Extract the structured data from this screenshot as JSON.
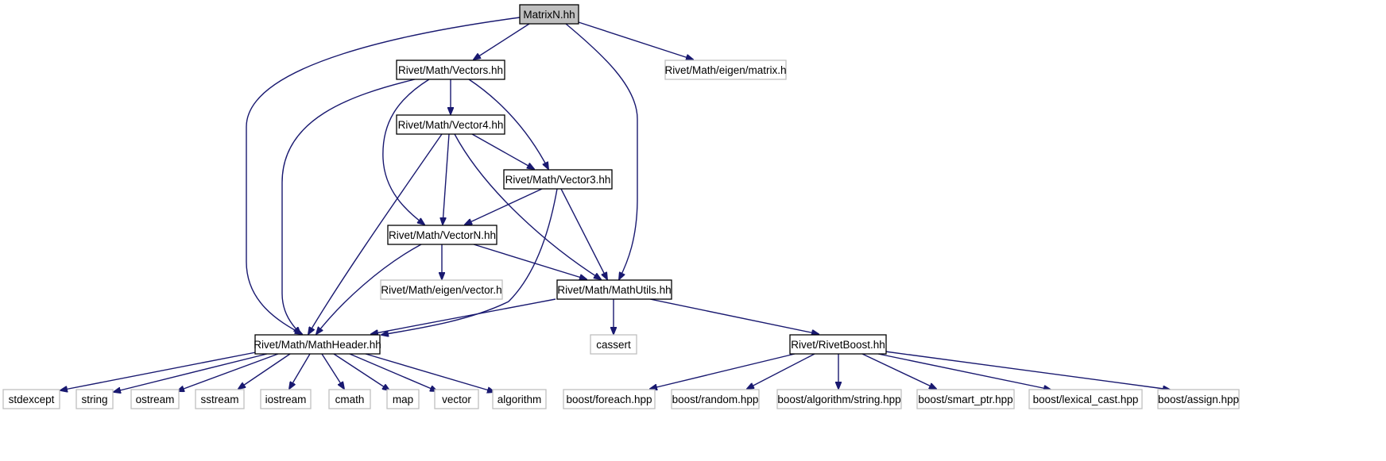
{
  "graph": {
    "colors": {
      "edge": "#191970",
      "arrowhead": "#191970",
      "root_fill": "#bfbfbf",
      "node_border": "#000000",
      "external_border": "#bfbfbf",
      "background": "#ffffff"
    },
    "nodes": [
      {
        "id": "matrixn",
        "label": "MatrixN.hh",
        "kind": "root"
      },
      {
        "id": "vectors",
        "label": "Rivet/Math/Vectors.hh",
        "kind": "internal"
      },
      {
        "id": "eigen_matrix",
        "label": "Rivet/Math/eigen/matrix.h",
        "kind": "external"
      },
      {
        "id": "vector4",
        "label": "Rivet/Math/Vector4.hh",
        "kind": "internal"
      },
      {
        "id": "vector3",
        "label": "Rivet/Math/Vector3.hh",
        "kind": "internal"
      },
      {
        "id": "vectorn",
        "label": "Rivet/Math/VectorN.hh",
        "kind": "internal"
      },
      {
        "id": "eigen_vector",
        "label": "Rivet/Math/eigen/vector.h",
        "kind": "external"
      },
      {
        "id": "mathutils",
        "label": "Rivet/Math/MathUtils.hh",
        "kind": "internal"
      },
      {
        "id": "mathheader",
        "label": "Rivet/Math/MathHeader.hh",
        "kind": "internal"
      },
      {
        "id": "cassert",
        "label": "cassert",
        "kind": "external"
      },
      {
        "id": "rivetboost",
        "label": "Rivet/RivetBoost.hh",
        "kind": "internal"
      },
      {
        "id": "stdexcept",
        "label": "stdexcept",
        "kind": "external"
      },
      {
        "id": "string",
        "label": "string",
        "kind": "external"
      },
      {
        "id": "ostream",
        "label": "ostream",
        "kind": "external"
      },
      {
        "id": "sstream",
        "label": "sstream",
        "kind": "external"
      },
      {
        "id": "iostream",
        "label": "iostream",
        "kind": "external"
      },
      {
        "id": "cmath",
        "label": "cmath",
        "kind": "external"
      },
      {
        "id": "map",
        "label": "map",
        "kind": "external"
      },
      {
        "id": "vector",
        "label": "vector",
        "kind": "external"
      },
      {
        "id": "algorithm",
        "label": "algorithm",
        "kind": "external"
      },
      {
        "id": "boost_foreach",
        "label": "boost/foreach.hpp",
        "kind": "external"
      },
      {
        "id": "boost_random",
        "label": "boost/random.hpp",
        "kind": "external"
      },
      {
        "id": "boost_algstring",
        "label": "boost/algorithm/string.hpp",
        "kind": "external"
      },
      {
        "id": "boost_smartptr",
        "label": "boost/smart_ptr.hpp",
        "kind": "external"
      },
      {
        "id": "boost_lexicalcast",
        "label": "boost/lexical_cast.hpp",
        "kind": "external"
      },
      {
        "id": "boost_assign",
        "label": "boost/assign.hpp",
        "kind": "external"
      }
    ],
    "edges": [
      {
        "from": "matrixn",
        "to": "mathheader"
      },
      {
        "from": "matrixn",
        "to": "vectors"
      },
      {
        "from": "matrixn",
        "to": "mathutils"
      },
      {
        "from": "matrixn",
        "to": "eigen_matrix"
      },
      {
        "from": "vectors",
        "to": "mathheader"
      },
      {
        "from": "vectors",
        "to": "vectorn"
      },
      {
        "from": "vectors",
        "to": "vector4"
      },
      {
        "from": "vectors",
        "to": "vector3"
      },
      {
        "from": "vector4",
        "to": "mathheader"
      },
      {
        "from": "vector4",
        "to": "vectorn"
      },
      {
        "from": "vector4",
        "to": "vector3"
      },
      {
        "from": "vector4",
        "to": "mathutils"
      },
      {
        "from": "vector3",
        "to": "vectorn"
      },
      {
        "from": "vector3",
        "to": "mathheader"
      },
      {
        "from": "vector3",
        "to": "mathutils"
      },
      {
        "from": "vectorn",
        "to": "mathheader"
      },
      {
        "from": "vectorn",
        "to": "eigen_vector"
      },
      {
        "from": "vectorn",
        "to": "mathutils"
      },
      {
        "from": "mathutils",
        "to": "mathheader"
      },
      {
        "from": "mathutils",
        "to": "cassert"
      },
      {
        "from": "mathutils",
        "to": "rivetboost"
      },
      {
        "from": "mathheader",
        "to": "stdexcept"
      },
      {
        "from": "mathheader",
        "to": "string"
      },
      {
        "from": "mathheader",
        "to": "ostream"
      },
      {
        "from": "mathheader",
        "to": "sstream"
      },
      {
        "from": "mathheader",
        "to": "iostream"
      },
      {
        "from": "mathheader",
        "to": "cmath"
      },
      {
        "from": "mathheader",
        "to": "map"
      },
      {
        "from": "mathheader",
        "to": "vector"
      },
      {
        "from": "mathheader",
        "to": "algorithm"
      },
      {
        "from": "rivetboost",
        "to": "boost_foreach"
      },
      {
        "from": "rivetboost",
        "to": "boost_random"
      },
      {
        "from": "rivetboost",
        "to": "boost_algstring"
      },
      {
        "from": "rivetboost",
        "to": "boost_smartptr"
      },
      {
        "from": "rivetboost",
        "to": "boost_lexicalcast"
      },
      {
        "from": "rivetboost",
        "to": "boost_assign"
      }
    ]
  }
}
